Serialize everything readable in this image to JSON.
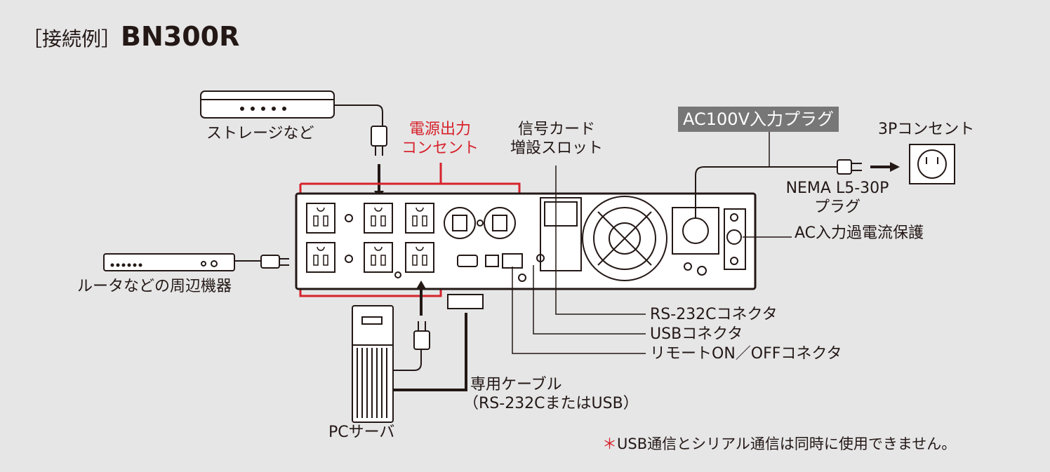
{
  "title": {
    "prefix": "［接続例］",
    "model": "BN300R"
  },
  "labels": {
    "storage": "ストレージなど",
    "outlet_line1": "電源出力",
    "outlet_line2": "コンセント",
    "signal_card_line1": "信号カード",
    "signal_card_line2": "増設スロット",
    "ac_input_plug": "AC100V入力プラグ",
    "receptacle_3p": "3Pコンセント",
    "nema_line1": "NEMA L5-30P",
    "nema_line2": "プラグ",
    "ac_overcurrent": "AC入力過電流保護",
    "router": "ルータなどの周辺機器",
    "rs232c": "RS-232Cコネクタ",
    "usb": "USBコネクタ",
    "remote": "リモートON／OFFコネクタ",
    "cable_line1": "専用ケーブル",
    "cable_line2": "（RS-232CまたはUSB）",
    "pc_server": "PCサーバ",
    "note_mark": "＊",
    "note_text": "USB通信とシリアル通信は同時に使用できません。"
  },
  "colors": {
    "background": "#e6e6e7",
    "highlight": "#d7232c",
    "label_box": "#777777",
    "ink": "#231815"
  }
}
